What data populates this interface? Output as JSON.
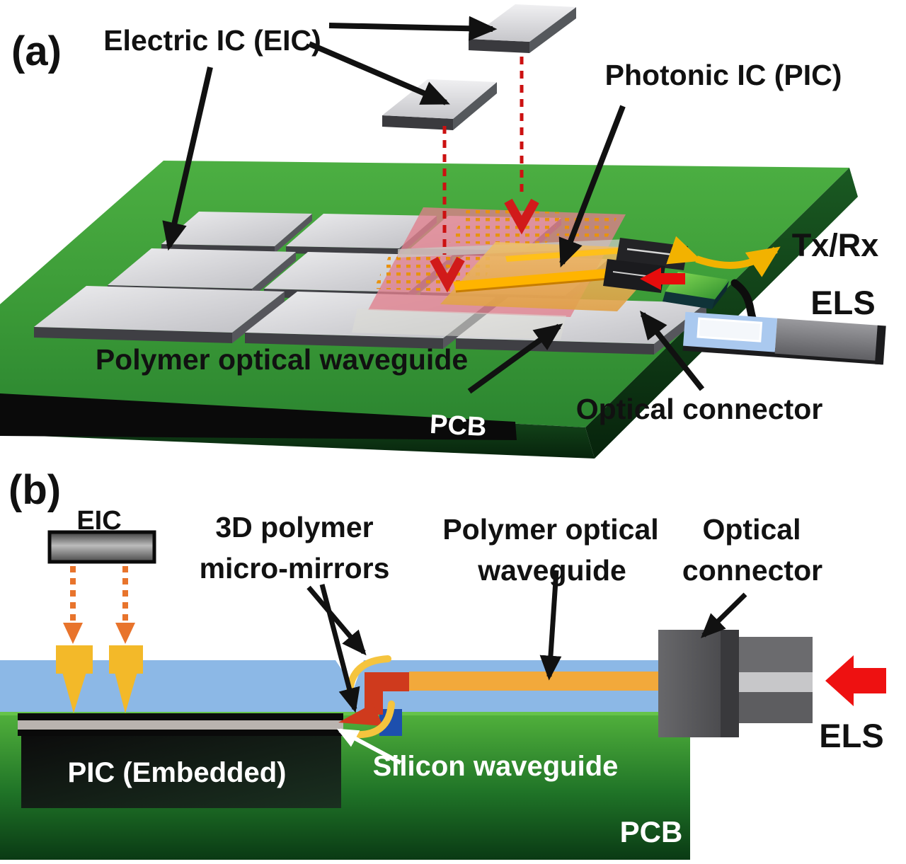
{
  "panel_a": {
    "tag": "(a)",
    "labels": {
      "electric_ic": "Electric IC (EIC)",
      "photonic_ic": "Photonic IC (PIC)",
      "polymer_waveguide": "Polymer optical waveguide",
      "optical_connector": "Optical connector",
      "txrx": "Tx/Rx",
      "els": "ELS",
      "pcb": "PCB"
    }
  },
  "panel_b": {
    "tag": "(b)",
    "labels": {
      "eic": "EIC",
      "mirrors_line1": "3D polymer",
      "mirrors_line2": "micro-mirrors",
      "waveguide_line1": "Polymer optical",
      "waveguide_line2": "waveguide",
      "connector_line1": "Optical",
      "connector_line2": "connector",
      "pic_embedded": "PIC (Embedded)",
      "silicon_waveguide": "Silicon waveguide",
      "pcb": "PCB",
      "els": "ELS"
    }
  },
  "colors": {
    "pcb_green_top": "#3f9e38",
    "cladding_blue": "#8cb8e6",
    "waveguide_orange": "#f2a93b",
    "mirror_yellow": "#f5c43e",
    "light_path_red": "#cf3a1d",
    "block_arrow_red": "#e80c0c",
    "dashed_red": "#cc1111",
    "pad_yellow": "#f3b929",
    "dashed_orange": "#e8742c",
    "pic_pink": "#e07f8d",
    "pad_dot_orange": "#e8920f",
    "txrx_yellow": "#f2b200"
  }
}
